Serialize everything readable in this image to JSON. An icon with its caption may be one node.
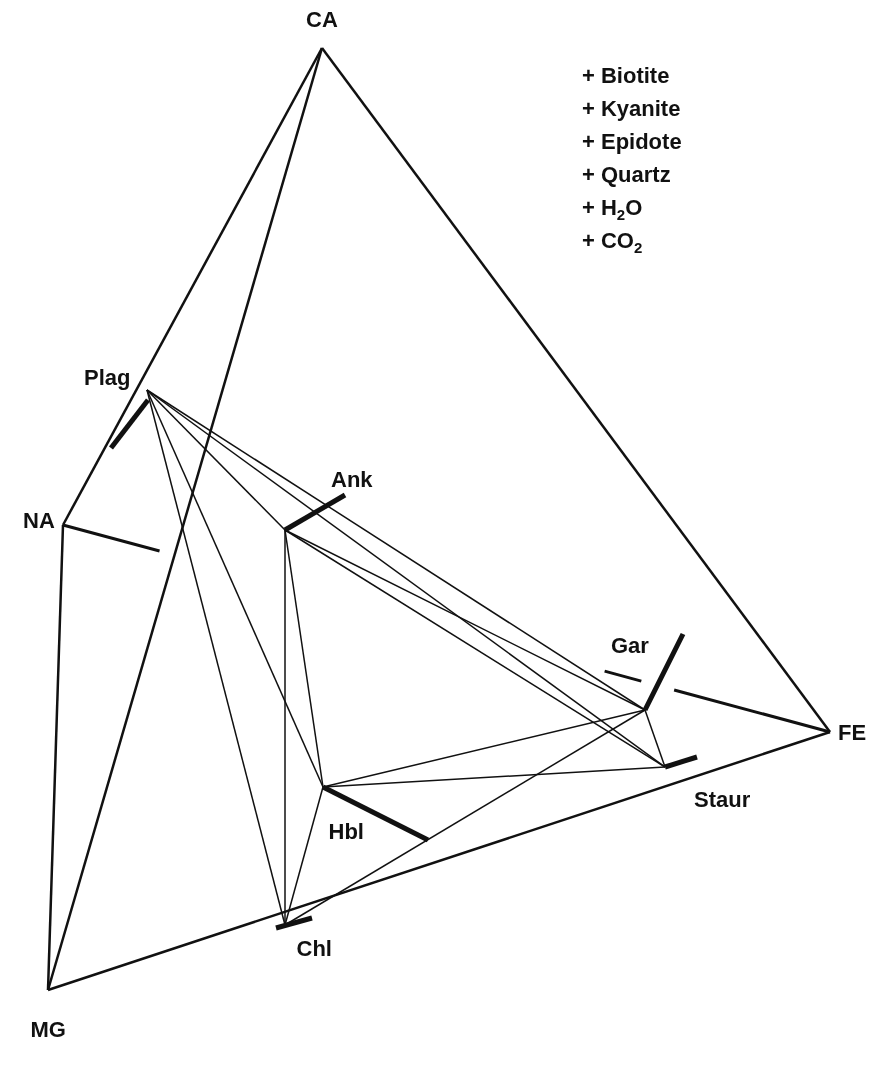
{
  "diagram": {
    "nodes": [
      {
        "text": [
          "CA"
        ]
      },
      {
        "text": [
          "Plag"
        ]
      },
      {
        "text": [
          "NA"
        ]
      },
      {
        "text": [
          "Ank"
        ]
      },
      {
        "text": [
          "Gar"
        ]
      },
      {
        "text": [
          "FE"
        ]
      },
      {
        "text": [
          "Hbl"
        ]
      },
      {
        "text": [
          "Staur"
        ]
      },
      {
        "text": [
          "Chl"
        ]
      },
      {
        "text": [
          "MG"
        ]
      }
    ],
    "edges": [
      {
        "from": 0,
        "to": 2,
        "arrow": "none"
      },
      {
        "from": 0,
        "to": 9,
        "arrow": "none"
      },
      {
        "from": 0,
        "to": 5,
        "arrow": "none"
      },
      {
        "from": 2,
        "to": 9,
        "arrow": "none"
      },
      {
        "from": 9,
        "to": 5,
        "arrow": "none"
      },
      {
        "from": 2,
        "to": 5,
        "arrow": "none",
        "style": "dashed"
      },
      {
        "from": 1,
        "to": 3,
        "arrow": "none"
      },
      {
        "from": 1,
        "to": 4,
        "arrow": "none"
      },
      {
        "from": 1,
        "to": 7,
        "arrow": "none"
      },
      {
        "from": 1,
        "to": 6,
        "arrow": "none"
      },
      {
        "from": 1,
        "to": 8,
        "arrow": "none"
      },
      {
        "from": 3,
        "to": 8,
        "arrow": "none"
      },
      {
        "from": 3,
        "to": 6,
        "arrow": "none"
      },
      {
        "from": 3,
        "to": 4,
        "arrow": "none"
      },
      {
        "from": 3,
        "to": 7,
        "arrow": "none"
      },
      {
        "from": 6,
        "to": 4,
        "arrow": "none"
      },
      {
        "from": 6,
        "to": 7,
        "arrow": "none"
      },
      {
        "from": 6,
        "to": 8,
        "arrow": "none"
      },
      {
        "from": 8,
        "to": 4,
        "arrow": "none"
      },
      {
        "from": 4,
        "to": 7,
        "arrow": "none"
      }
    ],
    "labels": [
      "+ Biotite",
      "+ Kyanite",
      "+ Epidote",
      "+ Quartz",
      "+ H$_{2}$O",
      "+ CO$_{2}$"
    ]
  }
}
